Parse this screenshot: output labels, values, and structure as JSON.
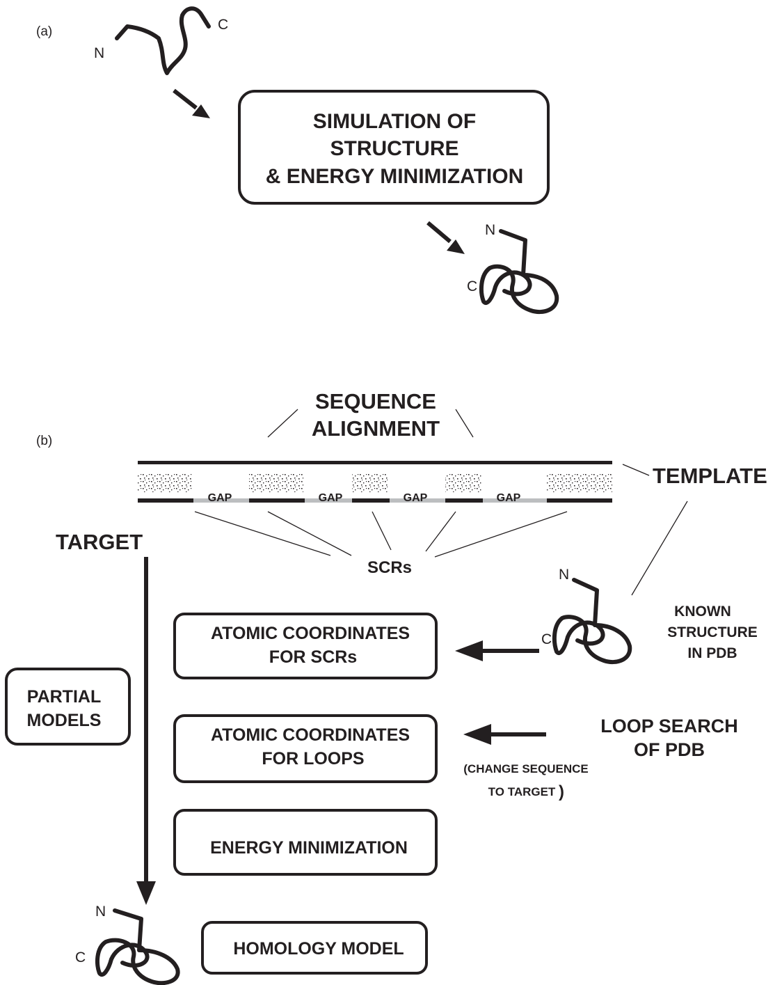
{
  "panel_a": {
    "label": "(a)",
    "chain_n": "N",
    "chain_c": "C",
    "box_lines": [
      "SIMULATION OF",
      "STRUCTURE",
      "& ENERGY MINIMIZATION"
    ],
    "result_n": "N",
    "result_c": "C"
  },
  "panel_b": {
    "label": "(b)",
    "alignment_title": [
      "SEQUENCE",
      "ALIGNMENT"
    ],
    "gap_label": "GAP",
    "template_label": "TEMPLATE",
    "target_label": "TARGET",
    "scrs_label": "SCRs",
    "known_structure": {
      "n": "N",
      "c": "C",
      "caption": [
        "KNOWN",
        "STRUCTURE",
        "IN PDB"
      ]
    },
    "partial_models": [
      "PARTIAL",
      "MODELS"
    ],
    "steps": [
      [
        "ATOMIC COORDINATES",
        "FOR SCRs"
      ],
      [
        "ATOMIC COORDINATES",
        "FOR LOOPS"
      ],
      [
        "ENERGY MINIMIZATION"
      ]
    ],
    "loop_search": [
      "LOOP SEARCH",
      "OF PDB"
    ],
    "change_note": [
      "(CHANGE SEQUENCE",
      "TO TARGET",
      ")"
    ],
    "final": {
      "n": "N",
      "c": "C",
      "label": "HOMOLOGY MODEL"
    }
  }
}
